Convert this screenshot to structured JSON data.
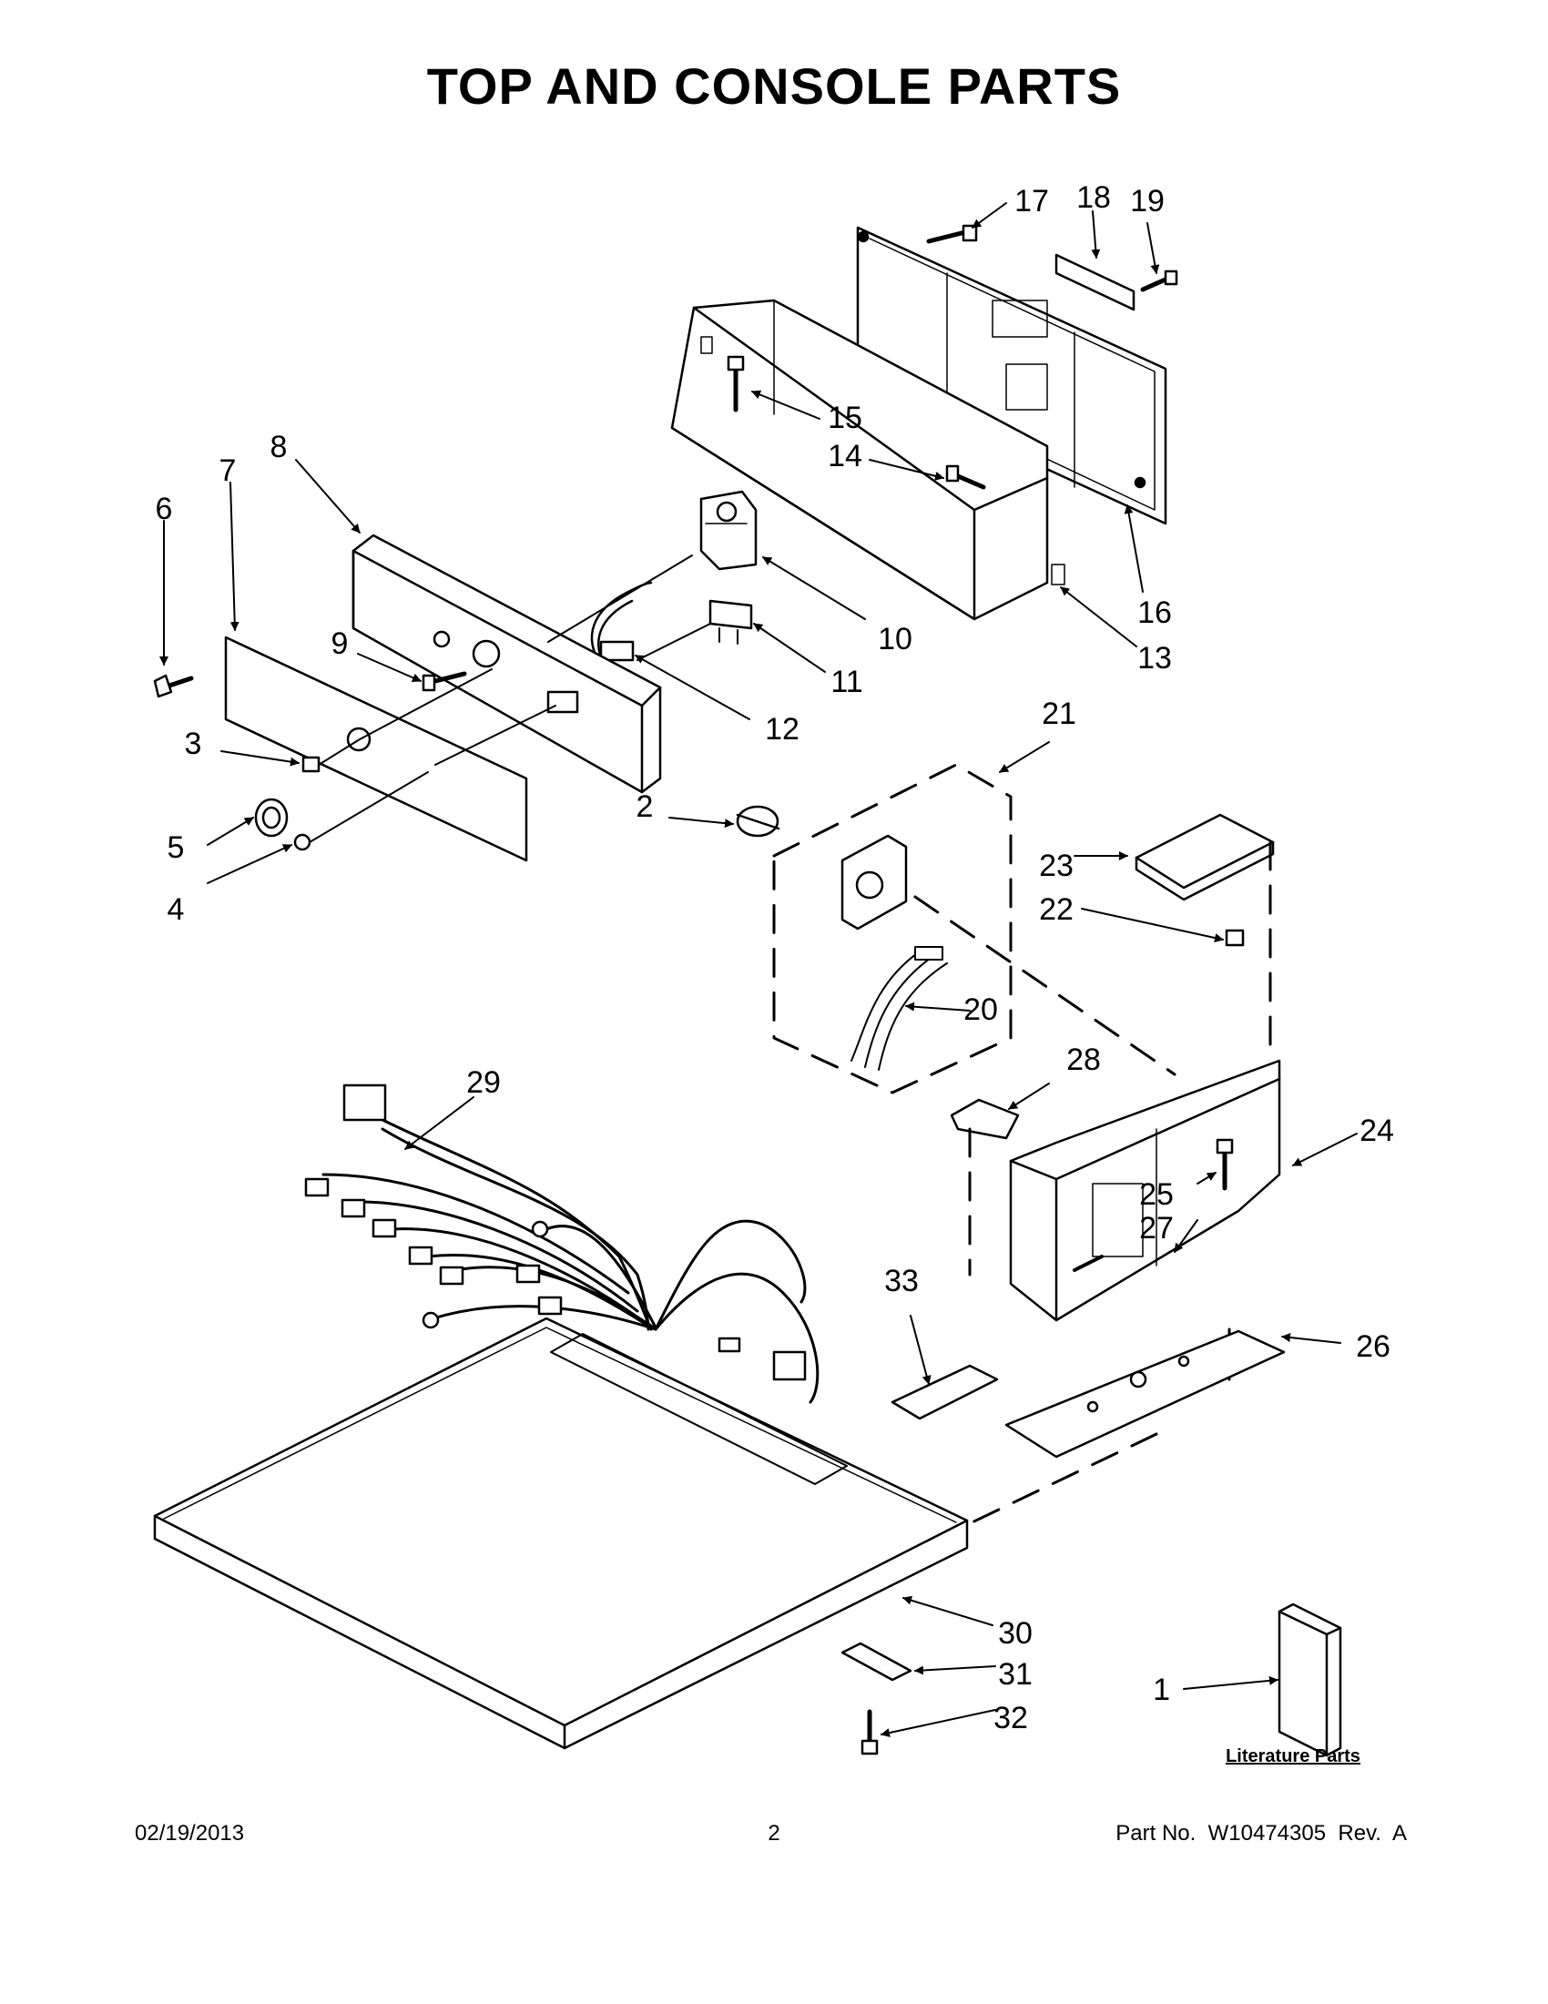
{
  "title": "TOP AND CONSOLE PARTS",
  "part_labels": [
    "1",
    "2",
    "3",
    "4",
    "5",
    "6",
    "7",
    "8",
    "9",
    "10",
    "11",
    "12",
    "13",
    "14",
    "15",
    "16",
    "17",
    "18",
    "19",
    "20",
    "21",
    "22",
    "23",
    "24",
    "25",
    "26",
    "27",
    "28",
    "29",
    "30",
    "31",
    "32",
    "33"
  ],
  "literature_label": "Literature Parts",
  "footer": {
    "date": "02/19/2013",
    "page": "2",
    "part_no": "Part No.  W10474305  Rev.  A"
  }
}
